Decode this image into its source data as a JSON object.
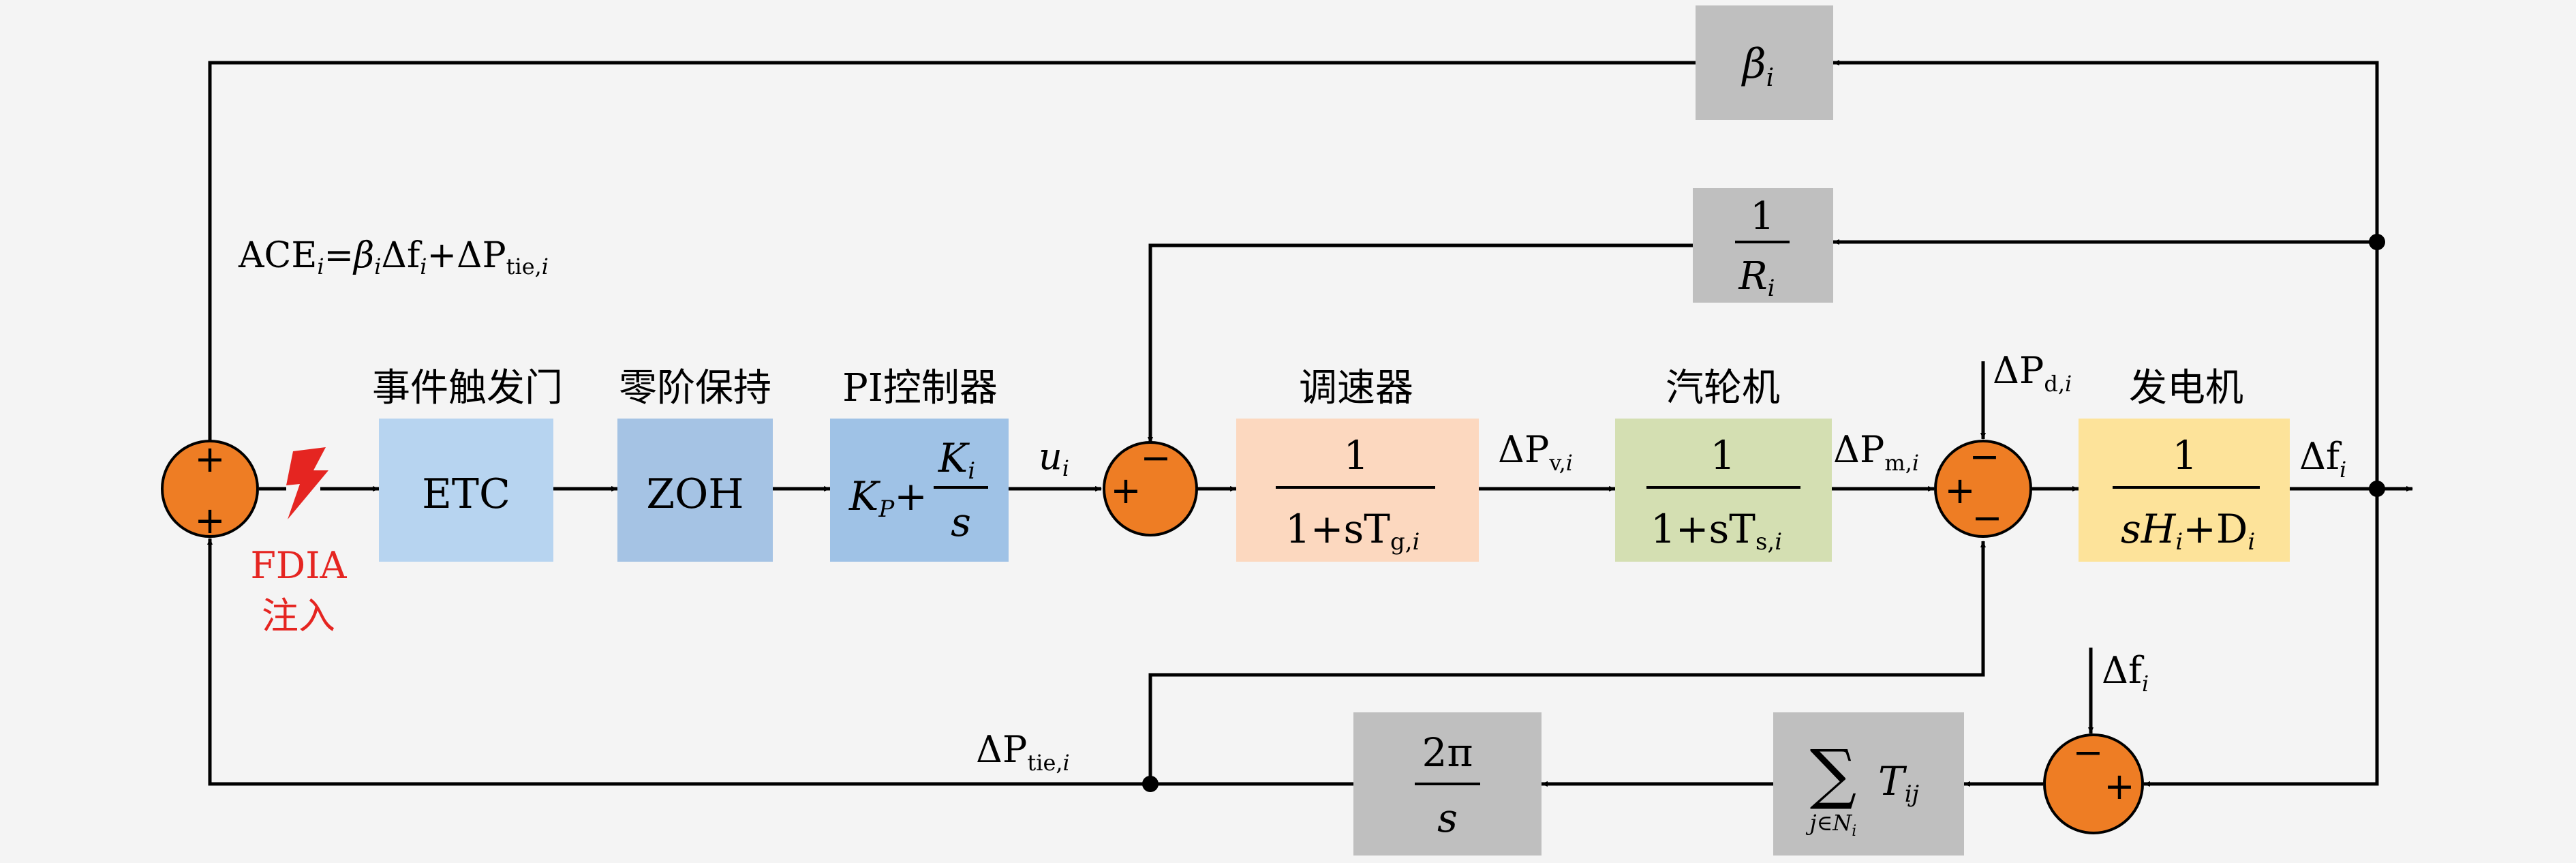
{
  "title_labels": {
    "etc_title": "事件触发门",
    "zoh_title": "零阶保持",
    "pi_title": "PI控制器",
    "governor_title": "调速器",
    "turbine_title": "汽轮机",
    "generator_title": "发电机"
  },
  "ace": {
    "lhs": "ACE",
    "sub_i": "i",
    "eq": "=",
    "beta": "β",
    "delta_f": "Δf",
    "plus": "+",
    "delta_p": "ΔP",
    "tie_sub": "tie,",
    "tie_i": "i"
  },
  "fdia": {
    "line1": "FDIA",
    "line2": "注入"
  },
  "blocks": {
    "etc": "ETC",
    "zoh": "ZOH",
    "pi_kp": "K",
    "pi_kp_sub": "P",
    "pi_plus": "+",
    "pi_ki": "K",
    "pi_ki_sub": "i",
    "pi_s": "s",
    "one": "1",
    "gov_den_1": "1+sT",
    "gov_den_sub": "g,",
    "gov_den_i": "i",
    "turb_den_1": "1+sT",
    "turb_den_sub": "s,",
    "turb_den_i": "i",
    "gen_den_1": "sH",
    "gen_den_i": "i",
    "gen_den_2": "+D",
    "gen_den_i2": "i",
    "beta": "β",
    "beta_sub": "i",
    "r_one": "1",
    "r": "R",
    "r_sub": "i",
    "twopi_num": "2π",
    "twopi_den": "s",
    "sum_sym": "∑",
    "sum_t": "T",
    "sum_t_sub": "ij",
    "sum_under": "j∈N",
    "sum_under_sub": "i"
  },
  "signals": {
    "u": "u",
    "u_sub": "i",
    "dpv": "ΔP",
    "dpv_sub": "v,",
    "dpv_i": "i",
    "dpm": "ΔP",
    "dpm_sub": "m,",
    "dpm_i": "i",
    "dpd": "ΔP",
    "dpd_sub": "d,",
    "dpd_i": "i",
    "df_out": "Δf",
    "df_out_sub": "i",
    "df_in": "Δf",
    "df_in_sub": "i",
    "dptie": "ΔP",
    "dptie_sub": "tie,",
    "dptie_i": "i"
  },
  "signs": {
    "plus": "+",
    "minus": "−"
  },
  "colors": {
    "summer": "#ee7d24",
    "etc_fill": "#b7d4f0",
    "zoh_fill": "#a5c3e4",
    "pi_fill": "#9fc2e6",
    "governor_fill": "#fcd8bf",
    "turbine_fill": "#d4dfb2",
    "generator_fill": "#fde39a",
    "gray_fill": "#bfbfbf",
    "fdia_red": "#e52521",
    "line": "#000000"
  }
}
